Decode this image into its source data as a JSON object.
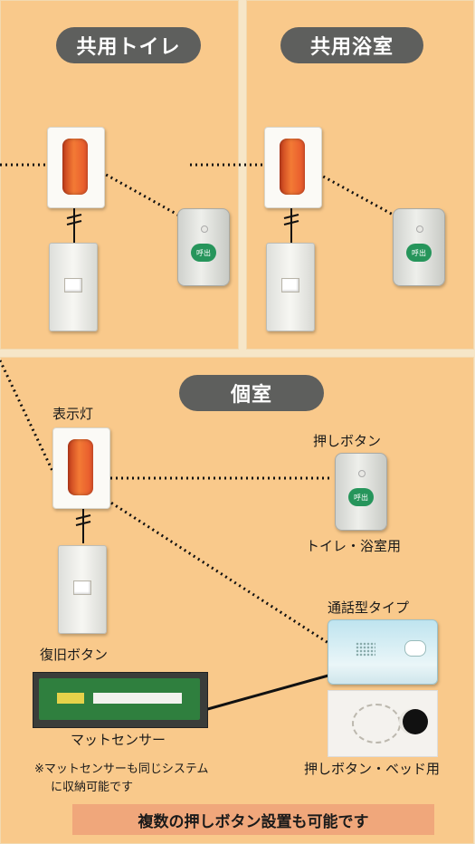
{
  "sections": {
    "shared_toilet": {
      "title": "共用トイレ"
    },
    "shared_bath": {
      "title": "共用浴室"
    },
    "private_room": {
      "title": "個室"
    }
  },
  "labels": {
    "indicator_lamp": "表示灯",
    "push_button": "押しボタン",
    "toilet_bath_use": "トイレ・浴室用",
    "reset_button": "復旧ボタン",
    "intercom_type": "通話型タイプ",
    "mat_sensor": "マットセンサー",
    "mat_note_line1": "※マットセンサーも同じシステム",
    "mat_note_line2": "に収納可能です",
    "bed_push_button": "押しボタン・ベッド用",
    "button_caption": "呼出"
  },
  "footer": {
    "text": "複数の押しボタン設置も可能です"
  },
  "colors": {
    "panel": "#f9c98b",
    "pill": "#5e5f5d",
    "lamp": "#f37a35",
    "button": "#26955b",
    "mat": "#2f7f3e",
    "footer": "#f0a77b"
  }
}
